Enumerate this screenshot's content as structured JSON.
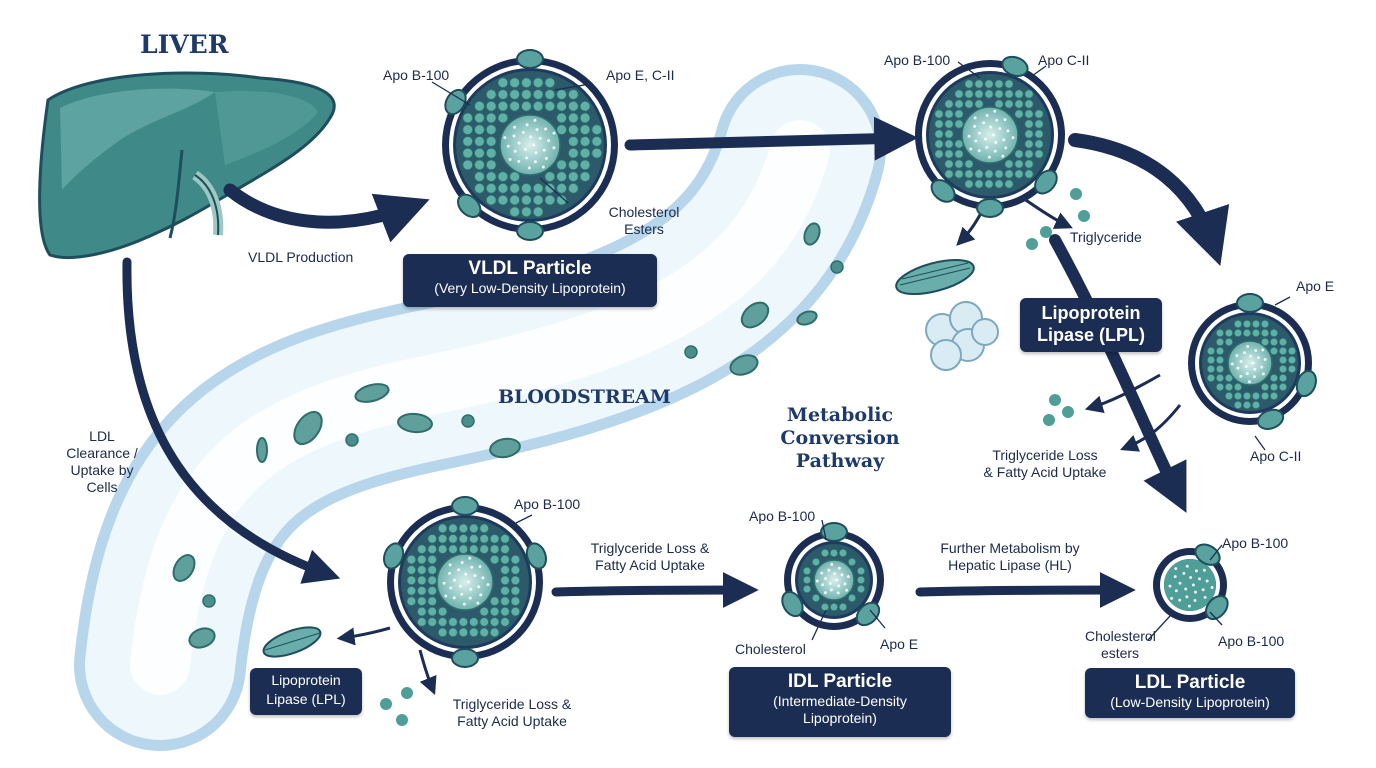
{
  "titles": {
    "liver": "LIVER",
    "bloodstream": "BLOODSTREAM",
    "pathway": [
      "Metabolic",
      "Conversion",
      "Pathway"
    ]
  },
  "flow_labels": {
    "vldl_production": "VLDL Production",
    "ldl_clearance": [
      "LDL",
      "Clearance /",
      "Uptake by",
      "Cells"
    ],
    "tg_loss_to_idl": [
      "Triglyceride Loss &",
      "Fatty Acid Uptake"
    ],
    "hl_metabolism": [
      "Further Metabolism by",
      "Hepatic Lipase (HL)"
    ]
  },
  "vldl": {
    "apo_b100": "Apo B-100",
    "apo_e_cii": "Apo E, C-II",
    "core": [
      "Cholesterol",
      "Esters"
    ],
    "name": "VLDL Particle",
    "full": "(Very Low-Density Lipoprotein)"
  },
  "top_right_particle": {
    "apo_b100": "Apo B-100",
    "apo_cii": "Apo C-II",
    "triglyceride": "Triglyceride"
  },
  "lpl_right": [
    "Lipoprotein",
    "Lipase (LPL)"
  ],
  "small_right_particle": {
    "apo_e": "Apo E",
    "apo_cii": "Apo C-II",
    "tg_loss": [
      "Triglyceride Loss",
      "& Fatty Acid Uptake"
    ]
  },
  "bottom_left_particle": {
    "apo_b100": "Apo B-100",
    "lpl": [
      "Lipoprotein",
      "Lipase (LPL)"
    ],
    "tg_loss": [
      "Triglyceride Loss &",
      "Fatty Acid Uptake"
    ]
  },
  "idl": {
    "apo_b100": "Apo B-100",
    "cholesterol": "Cholesterol",
    "apo_e": "Apo E",
    "name": "IDL Particle",
    "full": [
      "(Intermediate-Density",
      "Lipoprotein)"
    ]
  },
  "ldl": {
    "apo_b100_top": "Apo B-100",
    "apo_b100_bottom": "Apo B-100",
    "core": [
      "Cholesterol",
      "esters"
    ],
    "name": "LDL Particle",
    "full": "(Low-Density Lipoprotein)"
  },
  "colors": {
    "navy": "#1b2d52",
    "teal": "#3f8f8c",
    "teal_light": "#8fcac6",
    "blood": "#e6f3fb"
  }
}
